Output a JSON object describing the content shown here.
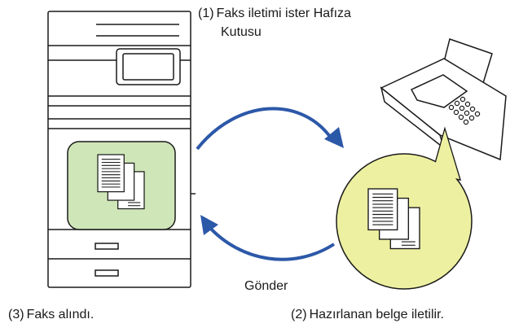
{
  "labels": {
    "step1_number": "(1)",
    "step1_line1": "Faks iletimi ister Hafıza",
    "step1_line2": "Kutusu",
    "step2_number": "(2)",
    "step2_text": "Hazırlanan belge iletilir.",
    "step3_number": "(3)",
    "step3_text": "Faks alındı.",
    "send": "Gönder"
  },
  "colors": {
    "arrow": "#2c58a8",
    "highlight_green": "#cfe6b8",
    "highlight_yellow": "#edf0a0",
    "outline": "#1a1a1a"
  },
  "icons": [
    "multifunction-printer",
    "fax-machine",
    "document-stack"
  ]
}
